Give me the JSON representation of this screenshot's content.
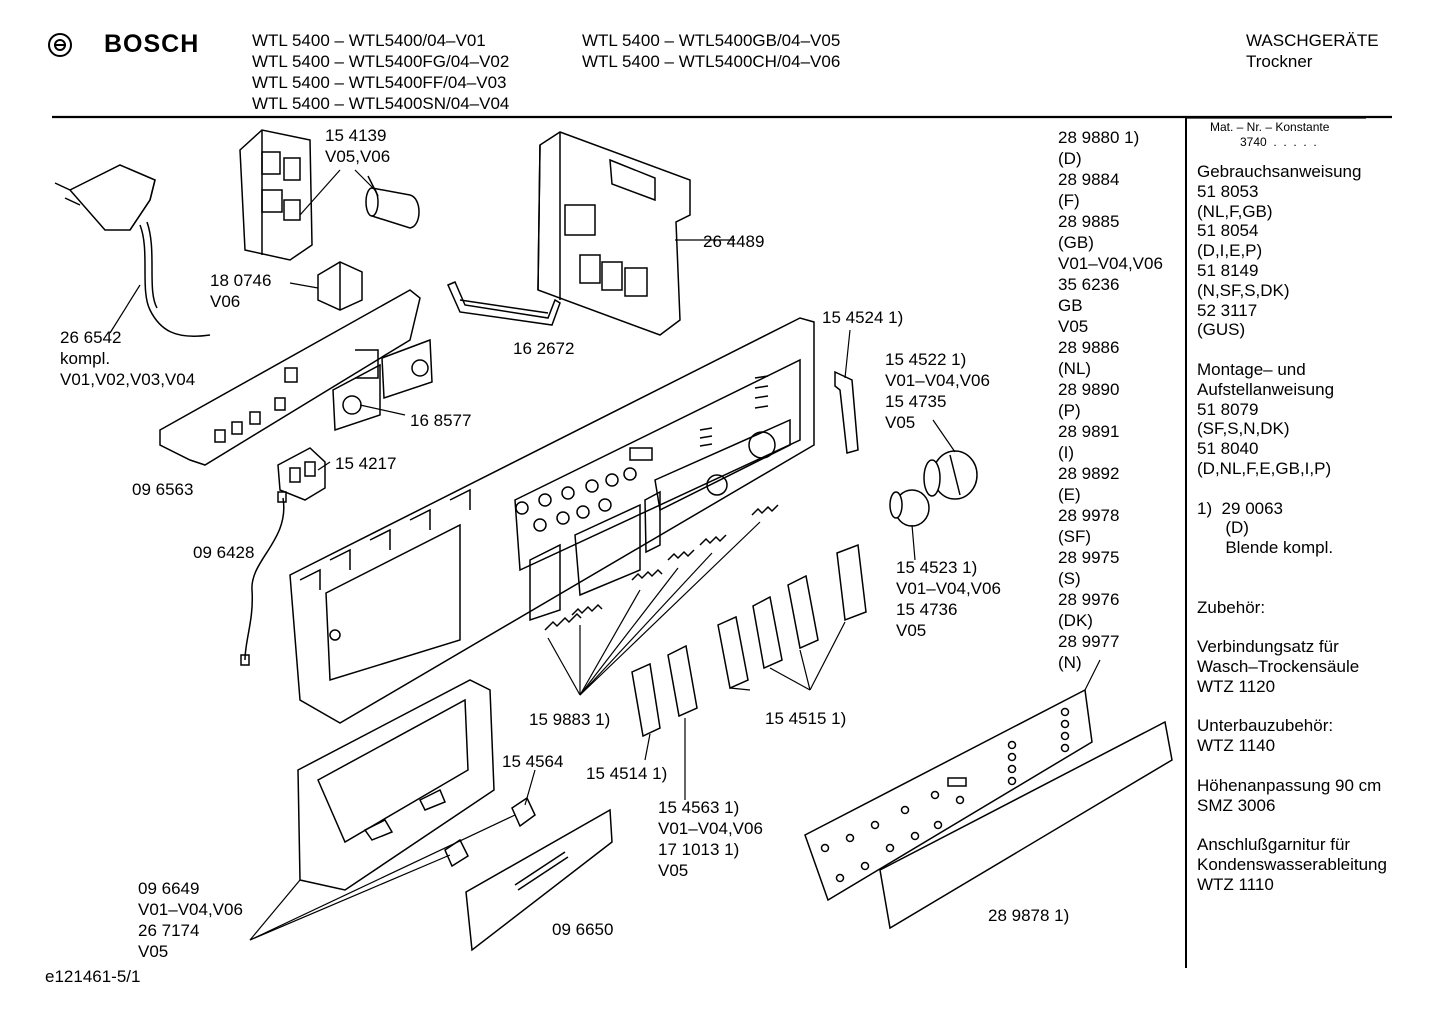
{
  "brand": "BOSCH",
  "header": {
    "models_col1": [
      "WTL 5400 – WTL5400/04–V01",
      "WTL 5400 – WTL5400FG/04–V02",
      "WTL 5400 – WTL5400FF/04–V03",
      "WTL 5400 – WTL5400SN/04–V04"
    ],
    "models_col2": [
      "WTL 5400 – WTL5400GB/04–V05",
      "WTL 5400 – WTL5400CH/04–V06"
    ],
    "category": "WASCHGERÄTE",
    "subcategory": "Trockner"
  },
  "callouts": [
    "15 4139\nV05,V06",
    "26 4489",
    "18 0746\nV06",
    "26 6542\nkompl.\nV01,V02,V03,V04",
    "16 2672",
    "15 4524 1)",
    "15 4522 1)\nV01–V04,V06\n15 4735\nV05",
    "16 8577",
    "15 4217",
    "09 6563",
    "09 6428",
    "15 4523 1)\nV01–V04,V06\n15 4736\nV05",
    "15 9883 1)",
    "15 4515 1)",
    "15 4514 1)",
    "15 4564",
    "15 4563 1)\nV01–V04,V06\n17 1013 1)\nV05",
    "09 6649\nV01–V04,V06\n26 7174\nV05",
    "09 6650",
    "28 9878 1)"
  ],
  "variant_list": "28 9880 1)\n(D)\n28 9884\n(F)\n28 9885\n(GB)\nV01–V04,V06\n35 6236\nGB\nV05\n28 9886\n(NL)\n28 9890\n(P)\n28 9891\n(I)\n28 9892\n(E)\n28 9978\n(SF)\n28 9975\n(S)\n28 9976\n(DK)\n28 9977\n(N)",
  "sidebar": {
    "mat_label": "Mat. – Nr. – Konstante",
    "mat_value": "3740  .  .  .  .  .",
    "main_text": "Gebrauchsanweisung\n51 8053\n(NL,F,GB)\n51 8054\n(D,I,E,P)\n51 8149\n(N,SF,S,DK)\n52 3117\n(GUS)\n\nMontage– und\nAufstellanweisung\n51 8079\n(SF,S,N,DK)\n51 8040\n(D,NL,F,E,GB,I,P)\n\n1)  29 0063\n      (D)\n      Blende kompl.\n\n\nZubehör:\n\nVerbindungsatz für\nWasch–Trockensäule\nWTZ 1120\n\nUnterbauzubehör:\nWTZ 1140\n\nHöhenanpassung 90 cm\nSMZ 3006\n\nAnschlußgarnitur für\nKondenswasserableitung\nWTZ 1110"
  },
  "footer": {
    "code": "e121461-5/1"
  }
}
